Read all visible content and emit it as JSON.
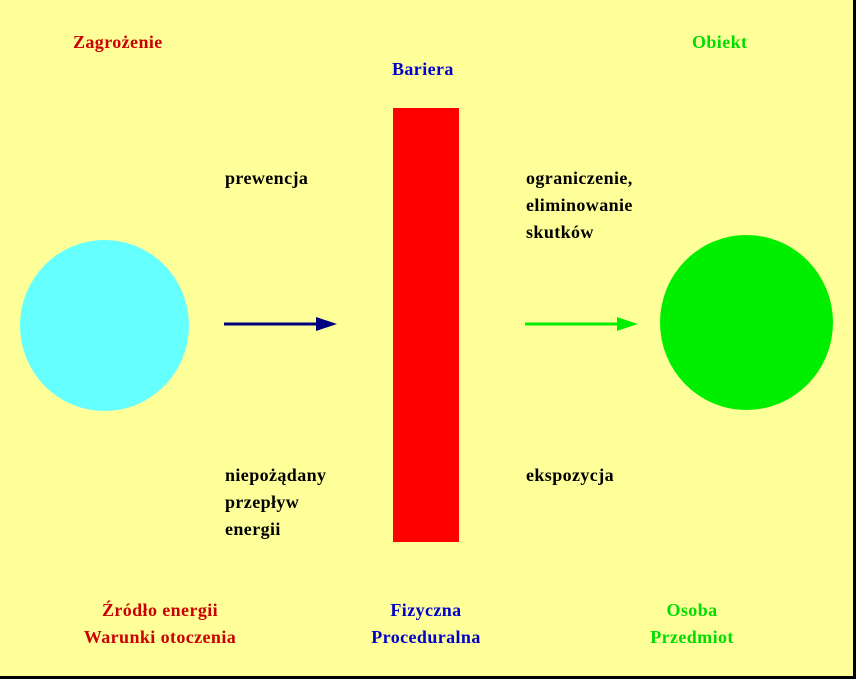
{
  "colors": {
    "background": "#ffff99",
    "threat": "#cc0000",
    "barrier": "#0000cc",
    "object": "#00dd00",
    "body_text": "#000000",
    "source_circle": "#66ffff",
    "barrier_bar": "#ff0000",
    "object_circle": "#00ee00",
    "left_arrow": "#000080",
    "right_arrow": "#00ee00"
  },
  "headers": {
    "threat": "Zagrożenie",
    "barrier": "Bariera",
    "object": "Obiekt"
  },
  "left": {
    "top_label": "prewencja",
    "bottom_label": [
      "niepożądany",
      "przepływ",
      "energii"
    ]
  },
  "right": {
    "top_label": [
      "ograniczenie,",
      "eliminowanie",
      "skutków"
    ],
    "bottom_label": "ekspozycja"
  },
  "footer": {
    "threat": [
      "Źródło energii",
      "Warunki otoczenia"
    ],
    "barrier": [
      "Fizyczna",
      "Proceduralna"
    ],
    "object": [
      "Osoba",
      "Przedmiot"
    ]
  }
}
